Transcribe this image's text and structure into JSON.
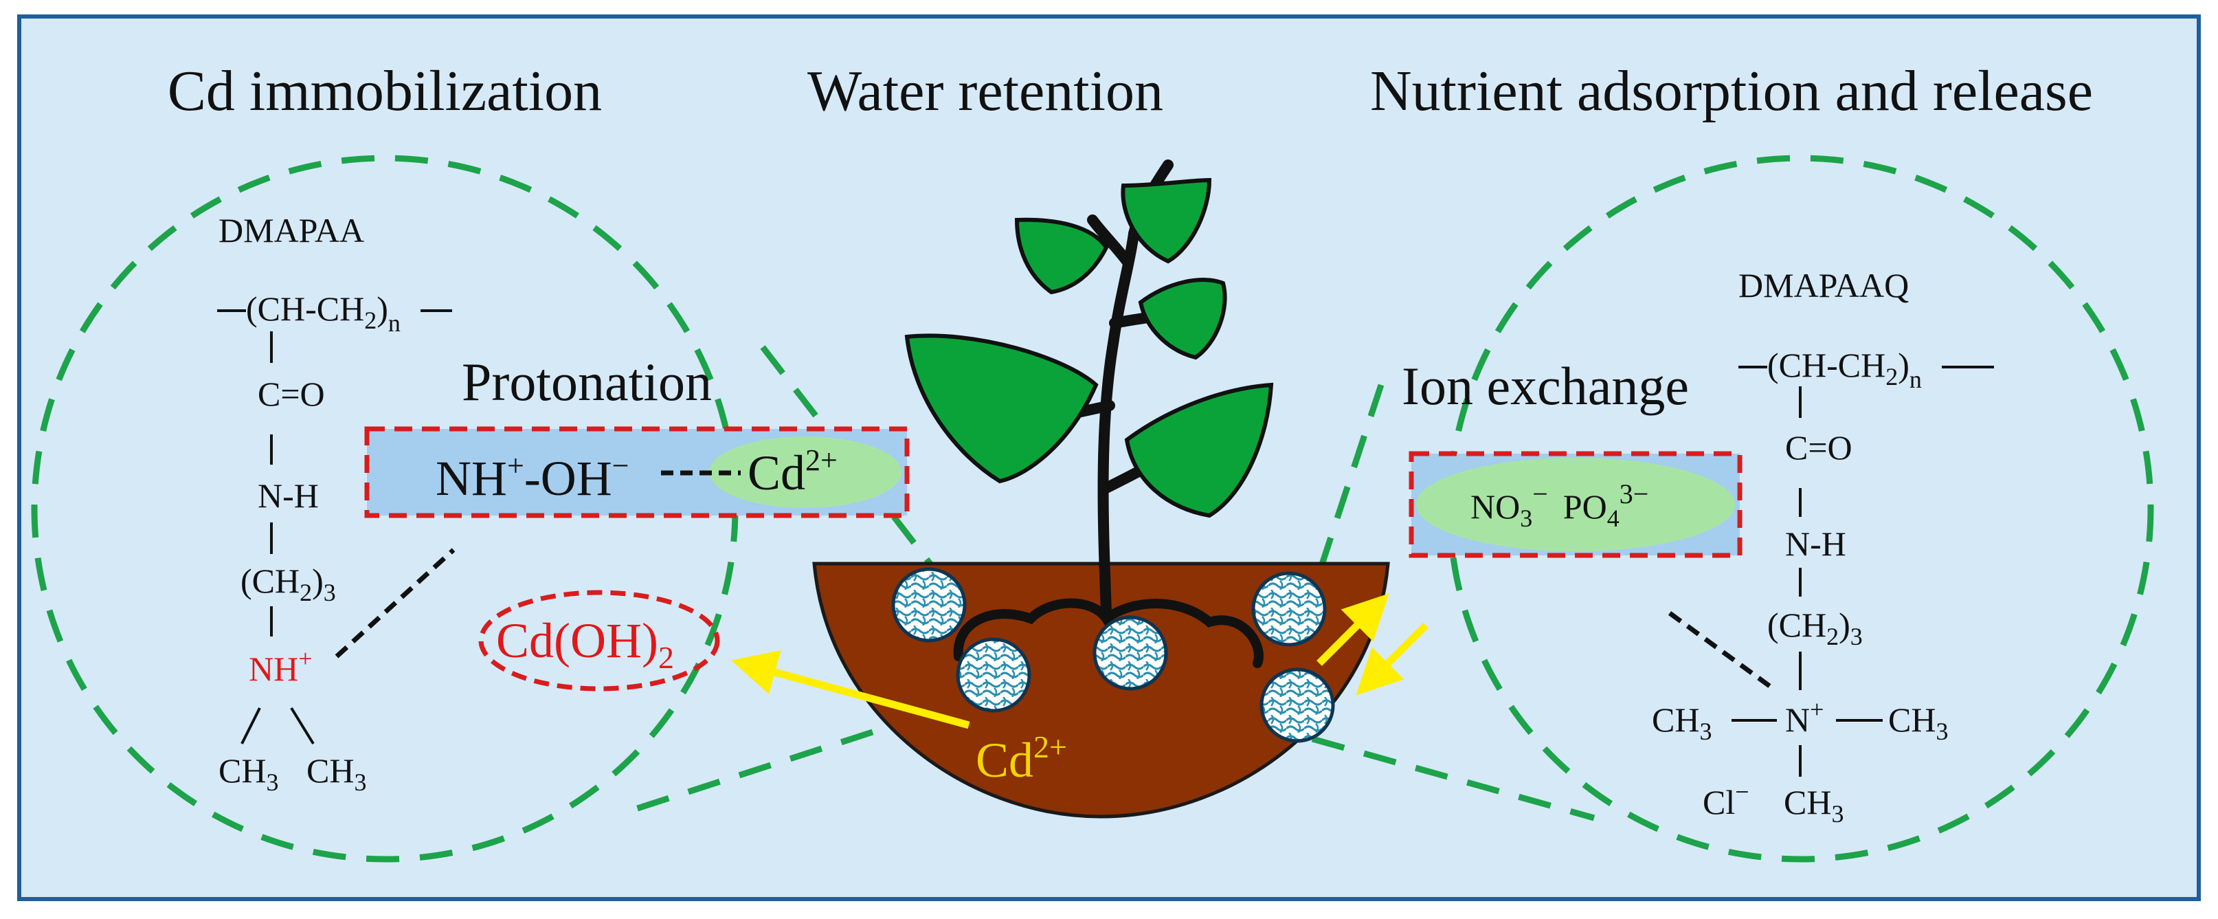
{
  "headings": {
    "left": "Cd immobilization",
    "center": "Water retention",
    "right": "Nutrient adsorption and release"
  },
  "left_panel": {
    "monomer_name": "DMAPAA",
    "backbone": "(CH-CH",
    "backbone_sub": "2",
    "backbone_close": ")",
    "backbone_n": "n",
    "carbonyl": "C=O",
    "amide": "N-H",
    "propyl": "(CH",
    "propyl_sub": "2",
    "propyl_close": ")",
    "propyl_n": "3",
    "amine": "NH",
    "amine_charge": "+",
    "methyl_1": "CH",
    "methyl_1_sub": "3",
    "methyl_2": "CH",
    "methyl_2_sub": "3",
    "protonation_label": "Protonation",
    "box_nh": "NH",
    "box_nh_charge": "+",
    "box_oh": "-OH",
    "box_oh_charge": "−",
    "box_cd": "Cd",
    "box_cd_charge": "2+",
    "precipitate": "Cd(OH)",
    "precipitate_sub": "2"
  },
  "center_panel": {
    "cd_ion": "Cd",
    "cd_ion_charge": "2+"
  },
  "right_panel": {
    "monomer_name": "DMAPAAQ",
    "ion_exchange_label": "Ion exchange",
    "backbone": "(CH-CH",
    "backbone_sub": "2",
    "backbone_close": ")",
    "backbone_n": "n",
    "carbonyl": "C=O",
    "amide": "N-H",
    "propyl": "(CH",
    "propyl_sub": "2",
    "propyl_close": ")",
    "propyl_n": "3",
    "methyl_left": "CH",
    "methyl_left_sub": "3",
    "quat_n": "N",
    "quat_charge": "+",
    "methyl_right": "CH",
    "methyl_right_sub": "3",
    "chloride": "Cl",
    "chloride_charge": "−",
    "methyl_bottom": "CH",
    "methyl_bottom_sub": "3",
    "nitrate": "NO",
    "nitrate_sub": "3",
    "nitrate_charge": "−",
    "phosphate": "PO",
    "phosphate_sub": "4",
    "phosphate_charge": "3−"
  },
  "colors": {
    "background": "#d6e9f7",
    "frame": "#1f5f9c",
    "dashed_circle": "#1da34a",
    "leaf": "#0aa33a",
    "soil": "#8b3103",
    "box_border": "#d81d1d",
    "box_fill": "#a5cdee",
    "ellipse_fill": "#a7e4a4",
    "arrow": "#ffee00",
    "ion_text": "#f2d400",
    "red_text": "#e01818"
  }
}
